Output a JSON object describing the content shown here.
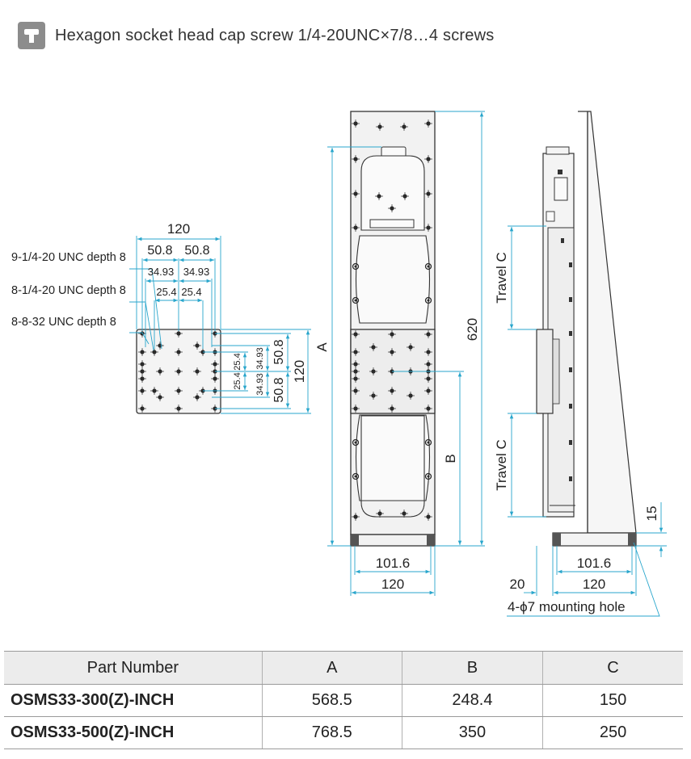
{
  "header": {
    "icon": "hex-socket-screw-icon",
    "text": "Hexagon socket head cap screw 1/4-20UNC×7/8…4 screws"
  },
  "drawing": {
    "top_view": {
      "dim_width": "120",
      "dim_50_8_a": "50.8",
      "dim_50_8_b": "50.8",
      "dim_34_93_a": "34.93",
      "dim_34_93_b": "34.93",
      "dim_25_4_a": "25.4",
      "dim_25_4_b": "25.4",
      "label_holes_9": "9-1/4-20 UNC depth 8",
      "label_holes_8_a": "8-1/4-20 UNC depth 8",
      "label_holes_8_b": "8-8-32 UNC depth 8",
      "dim_v_25_4_a": "25.4",
      "dim_v_25_4_b": "25.4",
      "dim_v_34_93_a": "34.93",
      "dim_v_34_93_b": "34.93",
      "dim_v_50_8_a": "50.8",
      "dim_v_50_8_b": "50.8",
      "dim_v_120": "120"
    },
    "front_view": {
      "dim_A": "A",
      "dim_620": "620",
      "dim_B": "B",
      "dim_101_6": "101.6",
      "dim_120": "120"
    },
    "side_view": {
      "travel_c_top": "Travel C",
      "travel_c_bottom": "Travel C",
      "dim_15": "15",
      "dim_101_6": "101.6",
      "dim_20": "20",
      "dim_120": "120",
      "mounting_hole": "4-ϕ7 mounting hole"
    }
  },
  "table": {
    "headers": [
      "Part Number",
      "A",
      "B",
      "C"
    ],
    "rows": [
      [
        "OSMS33-300(Z)-INCH",
        "568.5",
        "248.4",
        "150"
      ],
      [
        "OSMS33-500(Z)-INCH",
        "768.5",
        "350",
        "250"
      ]
    ]
  }
}
